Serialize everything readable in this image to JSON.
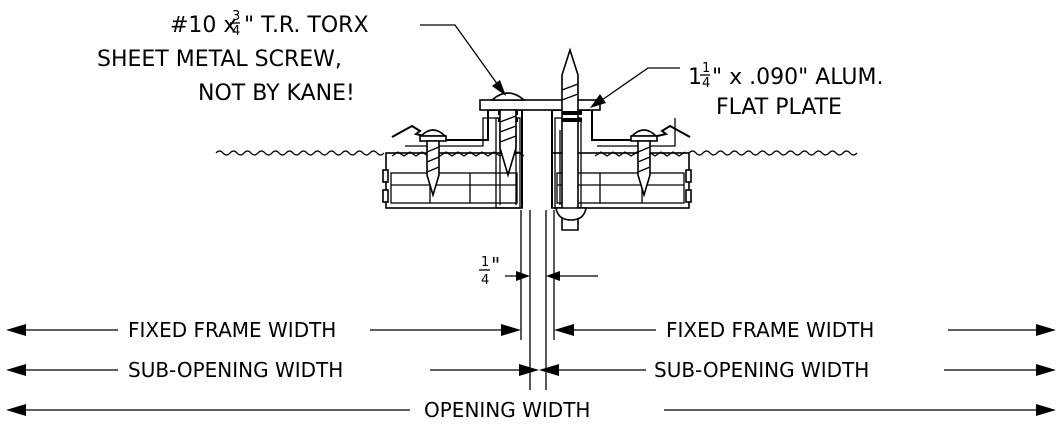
{
  "callouts": {
    "screw": {
      "line1_prefix": "#10 x ",
      "line1_frac_num": "3",
      "line1_frac_den": "4",
      "line1_suffix": "\" T.R. TORX",
      "line2": "SHEET METAL SCREW,",
      "line3": "NOT BY KANE!"
    },
    "plate": {
      "line1_whole": "1",
      "line1_frac_num": "1",
      "line1_frac_den": "4",
      "line1_suffix": "\" x .090\" ALUM.",
      "line2": "FLAT PLATE"
    }
  },
  "gap": {
    "num": "1",
    "den": "4",
    "unit": "\""
  },
  "dimensions": {
    "fixed_frame_left": "FIXED FRAME WIDTH",
    "fixed_frame_right": "FIXED FRAME WIDTH",
    "sub_opening_left": "SUB-OPENING WIDTH",
    "sub_opening_right": "SUB-OPENING WIDTH",
    "opening": "OPENING WIDTH"
  }
}
